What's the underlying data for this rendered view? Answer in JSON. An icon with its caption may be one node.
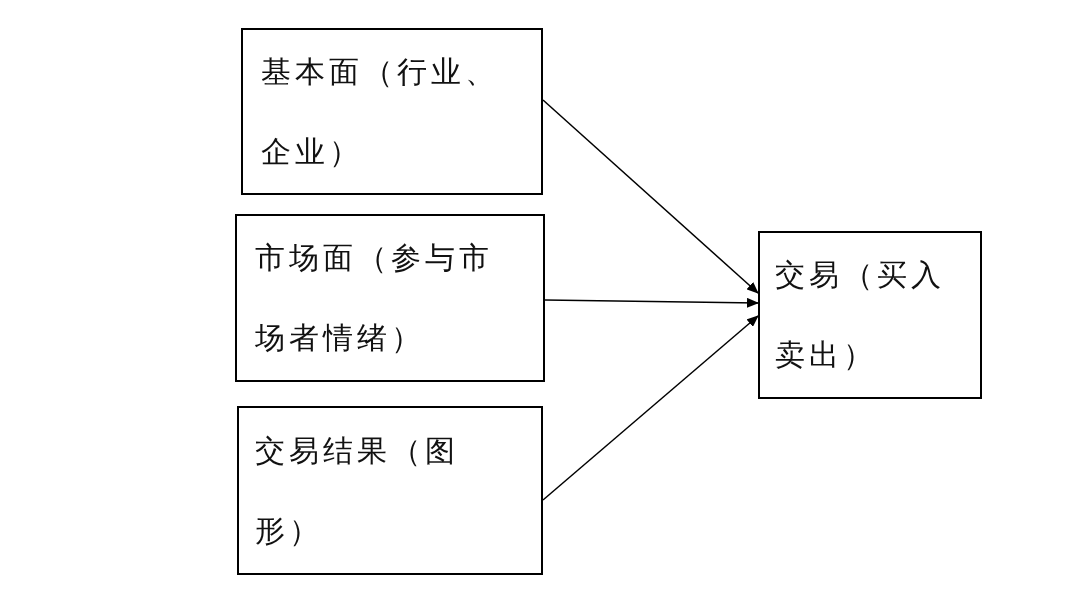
{
  "diagram": {
    "nodes": [
      {
        "text": [
          "基本面（行业、企业）"
        ]
      },
      {
        "text": [
          "市场面（参与市场者情绪）"
        ]
      },
      {
        "text": [
          "交易结果（图形）"
        ]
      },
      {
        "text": [
          "交易（买入卖出）"
        ]
      }
    ],
    "edges": [
      {
        "from": 0,
        "to": 3,
        "arrow": "to"
      },
      {
        "from": 1,
        "to": 3,
        "arrow": "to"
      },
      {
        "from": 2,
        "to": 3,
        "arrow": "to"
      }
    ]
  }
}
